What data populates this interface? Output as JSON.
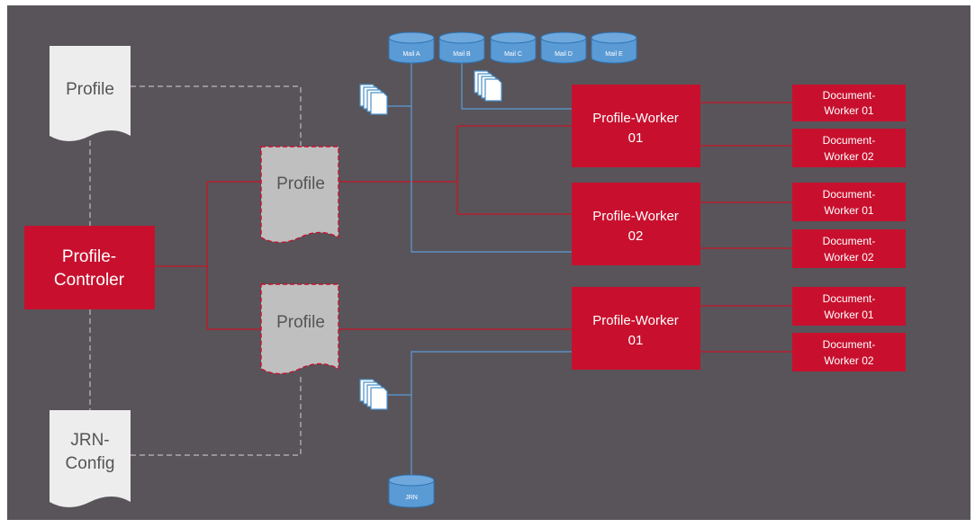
{
  "colors": {
    "background": "#58545a",
    "worker_red": "#c8102e",
    "connector_red": "#b51f2e",
    "doc_white": "#ededed",
    "doc_grey": "#bfbfbf",
    "db_blue": "#5b9bd5",
    "db_blue_dark": "#2e75b6",
    "dashed_grey": "#bcbcbc"
  },
  "documents": {
    "profile_top": "Profile",
    "jrn_config_line1": "JRN-",
    "jrn_config_line2": "Config",
    "profile_mid_1": "Profile",
    "profile_mid_2": "Profile"
  },
  "controller": {
    "line1": "Profile-",
    "line2": "Controler"
  },
  "databases": {
    "mail_a": "Mail A",
    "mail_b": "Mail B",
    "mail_c": "Mail C",
    "mail_d": "Mail D",
    "mail_e": "Mail E",
    "jrn": "JRN"
  },
  "profile_workers": [
    {
      "line1": "Profile-Worker",
      "line2": "01"
    },
    {
      "line1": "Profile-Worker",
      "line2": "02"
    },
    {
      "line1": "Profile-Worker",
      "line2": "01"
    }
  ],
  "document_workers": [
    {
      "line1": "Document-",
      "line2": "Worker 01"
    },
    {
      "line1": "Document-",
      "line2": "Worker 02"
    },
    {
      "line1": "Document-",
      "line2": "Worker 01"
    },
    {
      "line1": "Document-",
      "line2": "Worker 02"
    },
    {
      "line1": "Document-",
      "line2": "Worker 01"
    },
    {
      "line1": "Document-",
      "line2": "Worker 02"
    }
  ],
  "icons": {
    "file_stack_top": "file-stack-icon",
    "file_stack_mid": "file-stack-icon",
    "file_stack_bottom": "file-stack-icon"
  }
}
